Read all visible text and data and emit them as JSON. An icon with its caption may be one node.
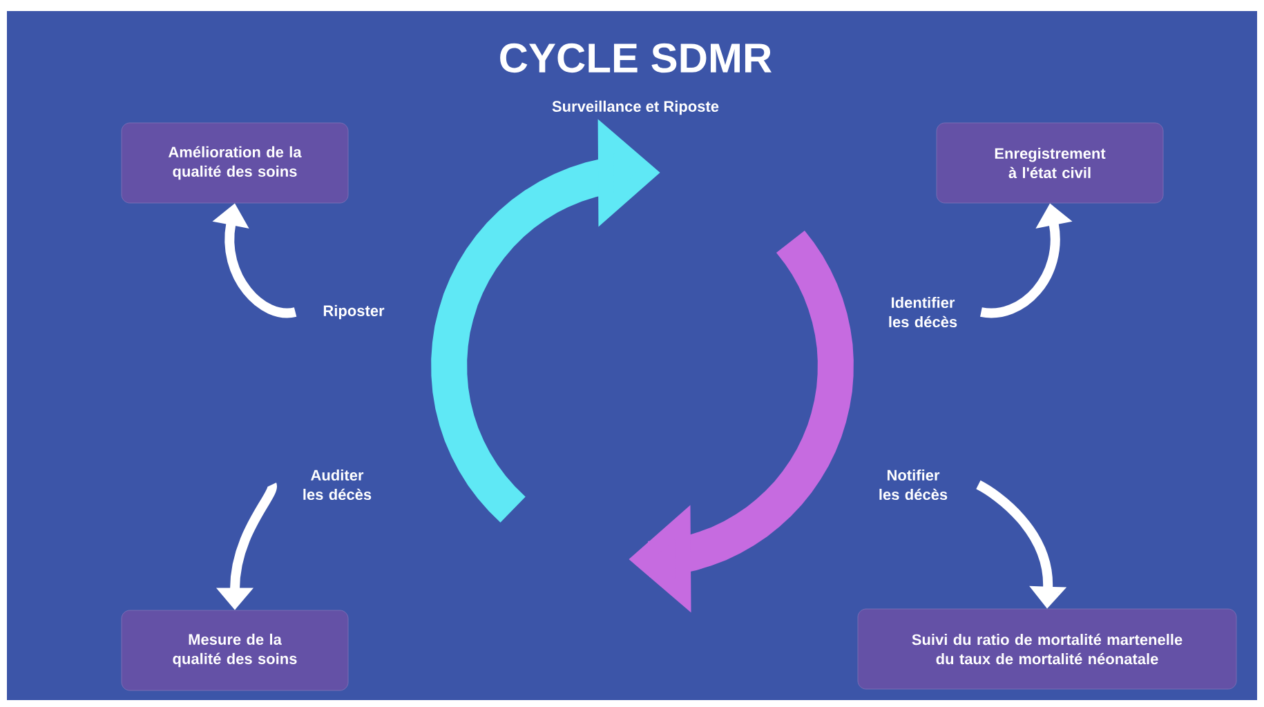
{
  "diagram": {
    "title": "CYCLE SDMR",
    "nodes": [
      {
        "text": [
          "Amélioration de la qualité des soins"
        ]
      },
      {
        "text": [
          "Enregistrement à l'état civil"
        ]
      },
      {
        "text": [
          "Riposter"
        ]
      },
      {
        "text": [
          "Identifier les décès"
        ]
      },
      {
        "text": [
          "Auditer les décès"
        ]
      },
      {
        "text": [
          "Notifier les décès"
        ]
      },
      {
        "text": [
          "Mesure de la qualité des soins"
        ]
      },
      {
        "text": [
          "Suivi du ratio de mortalité martenelle du taux de mortalité néonatale"
        ]
      }
    ],
    "edges": [
      {
        "from": 2,
        "to": 0,
        "arrow": "to"
      },
      {
        "from": 3,
        "to": 1,
        "arrow": "to"
      },
      {
        "from": 4,
        "to": 6,
        "arrow": "to"
      },
      {
        "from": 5,
        "to": 7,
        "arrow": "to"
      }
    ],
    "labels": [
      "Surveillance et Riposte"
    ]
  }
}
